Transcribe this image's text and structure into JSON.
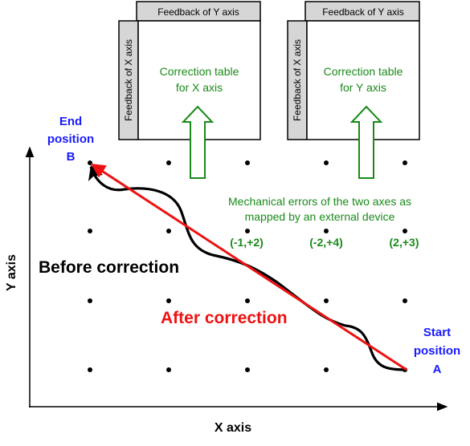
{
  "tables": [
    {
      "header": "Feedback of Y axis",
      "side": "Feedback of X axis",
      "body": [
        "Correction table",
        "for X axis"
      ]
    },
    {
      "header": "Feedback of Y axis",
      "side": "Feedback of X axis",
      "body": [
        "Correction table",
        "for Y axis"
      ]
    }
  ],
  "end_label": [
    "End",
    "position",
    "B"
  ],
  "start_label": [
    "Start",
    "position",
    "A"
  ],
  "mech_note": [
    "Mechanical errors of the two axes as",
    "mapped by an external device"
  ],
  "offsets": [
    "(-1,+2)",
    "(-2,+4)",
    "(2,+3)"
  ],
  "before_label": "Before correction",
  "after_label": "After correction",
  "x_axis_label": "X axis",
  "y_axis_label": "Y axis",
  "colors": {
    "blue": "#1a1aff",
    "green": "#1a8a1a",
    "red": "#ee1111",
    "black": "#000000",
    "header_fill": "#d6d6d6"
  }
}
